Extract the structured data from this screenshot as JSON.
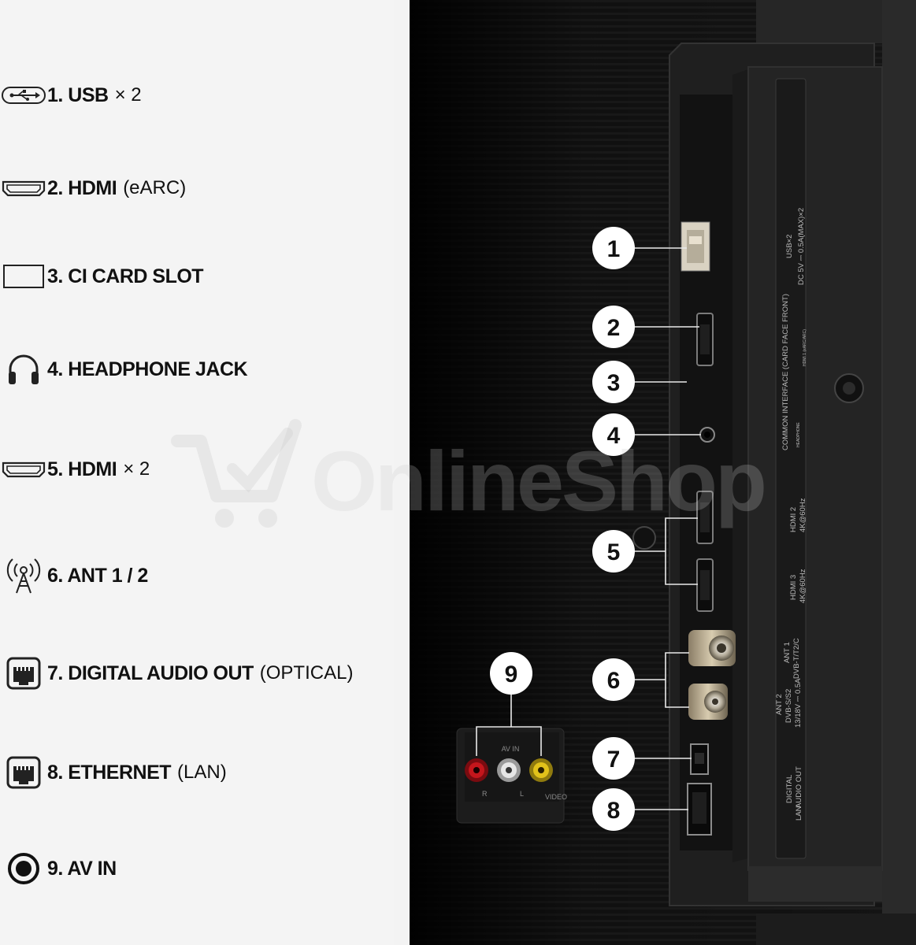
{
  "legend": {
    "items": [
      {
        "label": "1. USB",
        "suffix": "× 2",
        "icon": "usb-icon"
      },
      {
        "label": "2. HDMI",
        "suffix": "(eARC)",
        "icon": "hdmi-icon"
      },
      {
        "label": "3. CI CARD SLOT",
        "suffix": "",
        "icon": "ci-card-icon"
      },
      {
        "label": "4. HEADPHONE JACK",
        "suffix": "",
        "icon": "headphone-icon"
      },
      {
        "label": "5. HDMI",
        "suffix": "× 2",
        "icon": "hdmi-icon"
      },
      {
        "label": "6. ANT 1 / 2",
        "suffix": "",
        "icon": "antenna-icon"
      },
      {
        "label": "7. DIGITAL AUDIO OUT",
        "suffix": "(OPTICAL)",
        "icon": "optical-icon"
      },
      {
        "label": "8. ETHERNET",
        "suffix": "(LAN)",
        "icon": "ethernet-icon"
      },
      {
        "label": "9. AV IN",
        "suffix": "",
        "icon": "av-in-icon"
      }
    ]
  },
  "callouts": [
    "1",
    "2",
    "3",
    "4",
    "5",
    "6",
    "7",
    "8",
    "9"
  ],
  "panel_labels": {
    "usb": "DC 5V ⎓ 0.5A(MAX)×2",
    "usb_title": "USB×2",
    "ci": "COMMON INTERFACE (CARD FACE FRONT)",
    "headphone": "HEADPHONE",
    "hdmi_earc": "HDMI 1 (eARC/ARC)",
    "hdmi2": "HDMI 2",
    "hdmi2_spec": "4K@60Hz",
    "hdmi3": "HDMI 3",
    "hdmi3_spec": "4K@60Hz",
    "ant1": "ANT 1",
    "ant1_spec": "DVB-T/T2/C",
    "ant2": "ANT 2",
    "ant2_spec": "DVB-S/S2",
    "ant2_power": "13/18V ⎓ 0.5A",
    "digital_audio": "DIGITAL",
    "digital_audio2": "AUDIO OUT",
    "lan": "LAN",
    "av_in": "AV IN",
    "av_r": "R",
    "av_l": "L",
    "av_video": "VIDEO"
  },
  "watermark": "OnlineShop",
  "colors": {
    "legend_bg": "#f4f4f4",
    "photo_bg": "#0b0b0b",
    "callout_fill": "#ffffff",
    "rca_red": "#c4161c",
    "rca_white": "#e6e6e6",
    "rca_yellow": "#e2c21a"
  }
}
